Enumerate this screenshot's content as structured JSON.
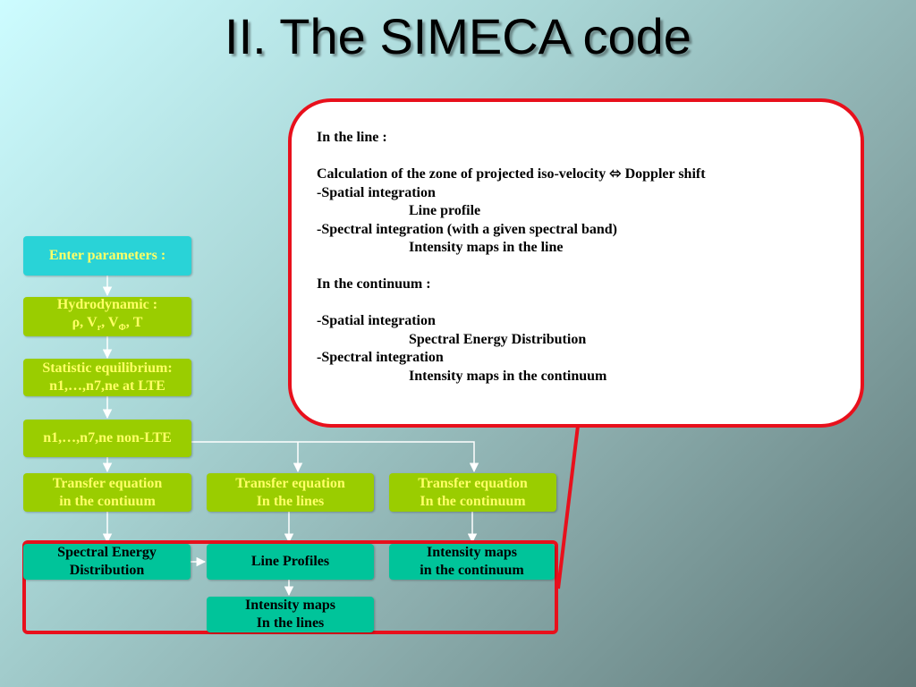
{
  "title": "II. The SIMECA code",
  "flow": {
    "enter_parameters": "Enter parameters :",
    "hydrodynamic": {
      "line1": "Hydrodynamic :",
      "rho": "ρ, V",
      "sub_r": "r",
      "comma": ", V",
      "sub_phi": "Φ",
      "tail": ", T"
    },
    "statistic": {
      "line1": "Statistic equilibrium:",
      "line2": "n1,…,n7,ne at LTE"
    },
    "non_lte": "n1,…,n7,ne non-LTE",
    "transfer_continuum_a": {
      "line1": "Transfer equation",
      "line2": "in the contiuum"
    },
    "transfer_lines": {
      "line1": "Transfer equation",
      "line2": "In the lines"
    },
    "transfer_continuum_b": {
      "line1": "Transfer equation",
      "line2": "In the continuum"
    },
    "spectral_energy": {
      "line1": "Spectral Energy",
      "line2": "Distribution"
    },
    "line_profiles": "Line Profiles",
    "intensity_continuum": {
      "line1": "Intensity maps",
      "line2": "in the continuum"
    },
    "intensity_lines": {
      "line1": "Intensity maps",
      "line2": "In the lines"
    }
  },
  "callout": {
    "in_line_heading": "In the line :",
    "calc": "Calculation of the zone of projected  iso-velocity ⬄  Doppler shift",
    "spatial1": "-Spatial integration",
    "line_profile": "Line profile",
    "spectral1": "-Spectral integration (with a given spectral band)",
    "intensity_line": "Intensity maps in the line",
    "in_continuum_heading": "In the continuum :",
    "spatial2": "-Spatial integration",
    "sed": "Spectral Energy Distribution",
    "spectral2": "-Spectral integration",
    "intensity_cont": "Intensity maps in the continuum"
  },
  "colors": {
    "cyan_box": "#29d3d7",
    "lime_box": "#9acd00",
    "teal_box": "#00c49a",
    "highlight_red": "#e8101c",
    "box_text_yellow": "#ffff66"
  }
}
